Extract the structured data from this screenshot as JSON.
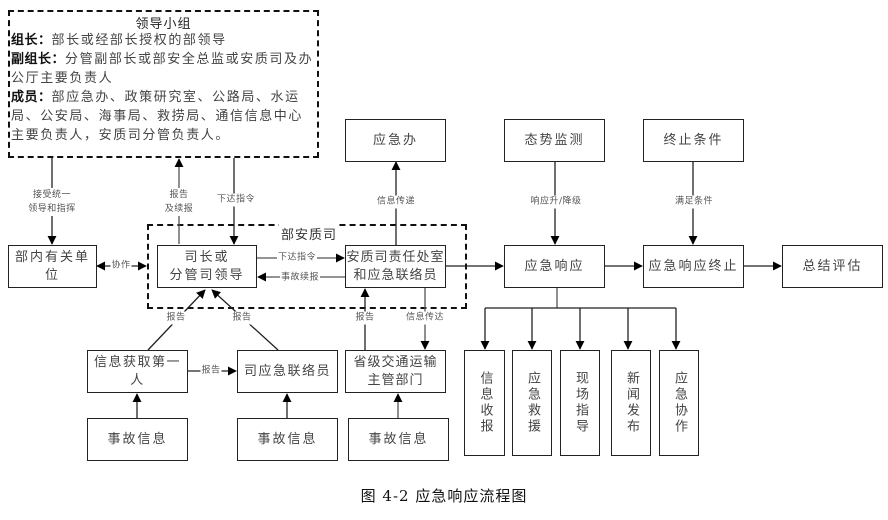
{
  "leadership_group": {
    "title": "领导小组",
    "entries": [
      {
        "role": "组长：",
        "text": "部长或经部长授权的部领导"
      },
      {
        "role": "副组长：",
        "text": "分管副部长或部安全总监或安质司及办公厅主要负责人"
      },
      {
        "role": "成员：",
        "text": "部应急办、政策研究室、公路局、水运局、公安局、海事局、救捞局、通信信息中心主要负责人，安质司分管负责人。"
      }
    ]
  },
  "department_group": {
    "title": "部安质司"
  },
  "nodes": {
    "internal_units": "部内有关单位",
    "director": "司长或\n分管司领导",
    "safety_office": "安质司责任处室\n和应急联络员",
    "emergency_office": "应急办",
    "situation_monitoring": "态势监测",
    "termination_conditions": "终止条件",
    "emergency_response": "应急响应",
    "response_termination": "应急响应终止",
    "summary_evaluation": "总结评估",
    "first_informant": "信息获取第一人",
    "dept_liaison": "司应急联络员",
    "provincial_transport": "省级交通运输主管部门",
    "accident_info_1": "事故信息",
    "accident_info_2": "事故信息",
    "accident_info_3": "事故信息",
    "info_reporting": "信息收报",
    "emergency_rescue": "应急救援",
    "onsite_guidance": "现场指导",
    "news_release": "新闻发布",
    "emergency_cooperation": "应急协作"
  },
  "edge_labels": {
    "accept_leadership": "接受统一\n领导和指挥",
    "report_followup": "报告\n及续报",
    "issue_command_top": "下达指令",
    "cooperation": "协作",
    "issue_command_mid": "下达指令",
    "accident_followup": "事故续报",
    "info_transfer_up": "信息传递",
    "response_up_down": "响应升/降级",
    "conditions_met": "满足条件",
    "report_first_informant": "报告",
    "report_liaison": "报告",
    "report_provincial": "报告",
    "info_relay_down": "信息传达",
    "report_horizontal": "报告"
  },
  "caption": "图 4-2 应急响应流程图"
}
